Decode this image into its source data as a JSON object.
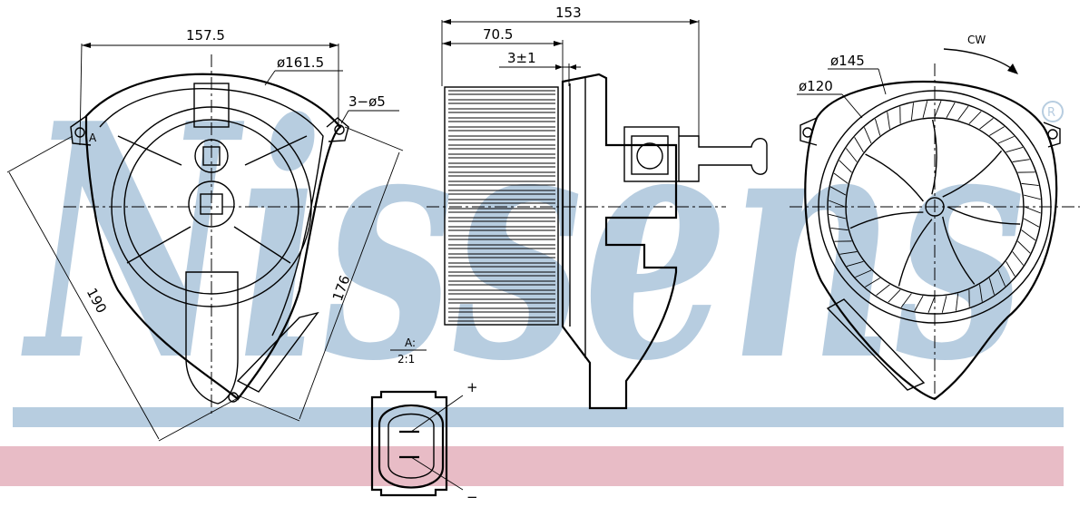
{
  "watermark": {
    "text": "Nissens",
    "registered_mark": "®",
    "band_blue": "#b7cde0",
    "band_pink": "#e8bcc6"
  },
  "front_view": {
    "dim_width": "157.5",
    "dim_diameter": "ø161.5",
    "dim_holes": "3−ø5",
    "dim_diag_long": "190",
    "dim_diag_short": "176",
    "detail_marker": "A"
  },
  "side_view": {
    "dim_overall": "153",
    "dim_wheel": "70.5",
    "dim_offset": "3±1"
  },
  "detail": {
    "label": "A:",
    "scale": "2:1",
    "plus": "+",
    "minus": "−"
  },
  "rear_view": {
    "rotation": "CW",
    "dim_outer": "ø145",
    "dim_inner": "ø120"
  }
}
